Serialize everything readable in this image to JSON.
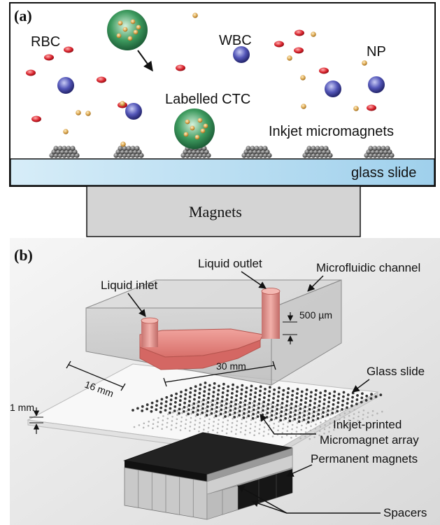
{
  "panel_a": {
    "tag": "(a)",
    "labels": {
      "rbc": "RBC",
      "wbc": "WBC",
      "np": "NP",
      "ctc": "Labelled CTC",
      "micromagnets": "Inkjet micromagnets",
      "glass": "glass slide",
      "magnets": "Magnets"
    }
  },
  "panel_b": {
    "tag": "(b)",
    "labels": {
      "liquid_outlet": "Liquid outlet",
      "liquid_inlet": "Liquid inlet",
      "microfluidic_channel": "Microfluidic channel",
      "depth": "500 µm",
      "length": "30 mm",
      "width": "16 mm",
      "glass_slide": "Glass slide",
      "glass_thickness": "1 mm",
      "array_line1": "Inkjet-printed",
      "array_line2": "Micromagnet array",
      "permanent_magnets": "Permanent magnets",
      "spacers": "Spacers"
    }
  },
  "colors": {
    "rbc": "#d8202a",
    "wbc": "#4e4fb0",
    "np": "#d9a24a",
    "ctc": "#2e8b57",
    "glass": "#bfe0f2",
    "magnet_block": "#d4d4d4",
    "channel_fluid": "#e07f7a"
  }
}
